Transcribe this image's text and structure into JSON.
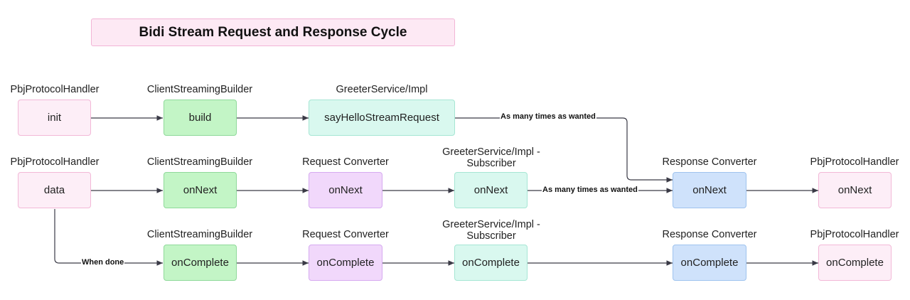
{
  "title": "Bidi Stream Request and Response Cycle",
  "colors": {
    "pink": "#fdeef7",
    "green": "#c3f5c6",
    "teal": "#d9f8ef",
    "purple": "#f1d8fb",
    "blue": "#cfe2fb",
    "line": "#3a3a46"
  },
  "row1": {
    "col1": {
      "header": "PbjProtocolHandler",
      "node": "init"
    },
    "col2": {
      "header": "ClientStreamingBuilder",
      "node": "build"
    },
    "col3": {
      "header": "GreeterService/Impl",
      "node": "sayHelloStreamRequest"
    }
  },
  "row2": {
    "col1": {
      "header": "PbjProtocolHandler",
      "node": "data"
    },
    "col2": {
      "header": "ClientStreamingBuilder",
      "node": "onNext"
    },
    "col3": {
      "header": "Request Converter",
      "node": "onNext"
    },
    "col4": {
      "header_line1": "GreeterService/Impl -",
      "header_line2": "Subscriber",
      "node": "onNext"
    },
    "col5": {
      "header": "Response Converter",
      "node": "onNext"
    },
    "col6": {
      "header": "PbjProtocolHandler",
      "node": "onNext"
    }
  },
  "row3": {
    "col2": {
      "header": "ClientStreamingBuilder",
      "node": "onComplete"
    },
    "col3": {
      "header": "Request Converter",
      "node": "onComplete"
    },
    "col4": {
      "header_line1": "GreeterService/Impl -",
      "header_line2": "Subscriber",
      "node": "onComplete"
    },
    "col5": {
      "header": "Response Converter",
      "node": "onComplete"
    },
    "col6": {
      "header": "PbjProtocolHandler",
      "node": "onComplete"
    }
  },
  "edge_labels": {
    "many_times_1": "As many times as wanted",
    "many_times_2": "As many times as wanted",
    "when_done": "When done"
  }
}
